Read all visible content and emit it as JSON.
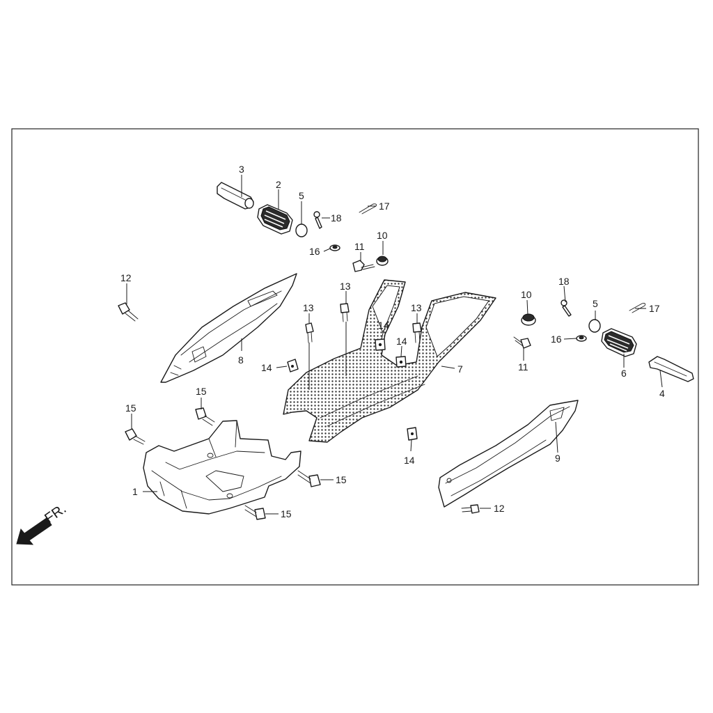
{
  "front_indicator": {
    "text": "FR.",
    "icon": "arrow-down-left-icon"
  },
  "callouts": {
    "c1": "1",
    "c2": "2",
    "c3": "3",
    "c4": "4",
    "c5a": "5",
    "c5b": "5",
    "c6": "6",
    "c7": "7",
    "c8": "8",
    "c9": "9",
    "c10a": "10",
    "c10b": "10",
    "c11a": "11",
    "c11b": "11",
    "c12a": "12",
    "c12b": "12",
    "c13a": "13",
    "c13b": "13",
    "c13c": "13",
    "c14a": "14",
    "c14b": "14",
    "c14c": "14",
    "c14d": "14",
    "c15a": "15",
    "c15b": "15",
    "c15c": "15",
    "c15d": "15",
    "c16a": "16",
    "c16b": "16",
    "c17a": "17",
    "c17b": "17",
    "c18a": "18",
    "c18b": "18"
  }
}
